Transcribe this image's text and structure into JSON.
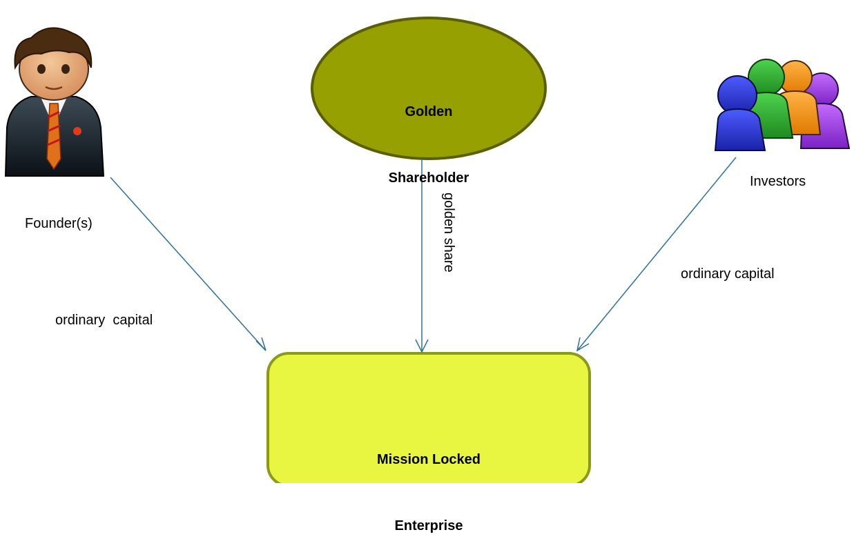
{
  "nodes": {
    "golden_shareholder": {
      "line1": "Golden",
      "line2": "Shareholder"
    },
    "enterprise": {
      "line1": "Mission Locked",
      "line2": "Enterprise"
    },
    "founder": {
      "label": "Founder(s)"
    },
    "investors": {
      "label": "Investors"
    }
  },
  "edges": {
    "founder_to_enterprise": "ordinary  capital",
    "golden_to_enterprise": "golden share",
    "investors_to_enterprise": "ordinary capital"
  },
  "colors": {
    "golden_fill": "#96a000",
    "golden_stroke": "#5a6000",
    "enterprise_fill": "#e8f541",
    "enterprise_stroke": "#8c9a1c",
    "arrow": "#2e6e9e"
  }
}
